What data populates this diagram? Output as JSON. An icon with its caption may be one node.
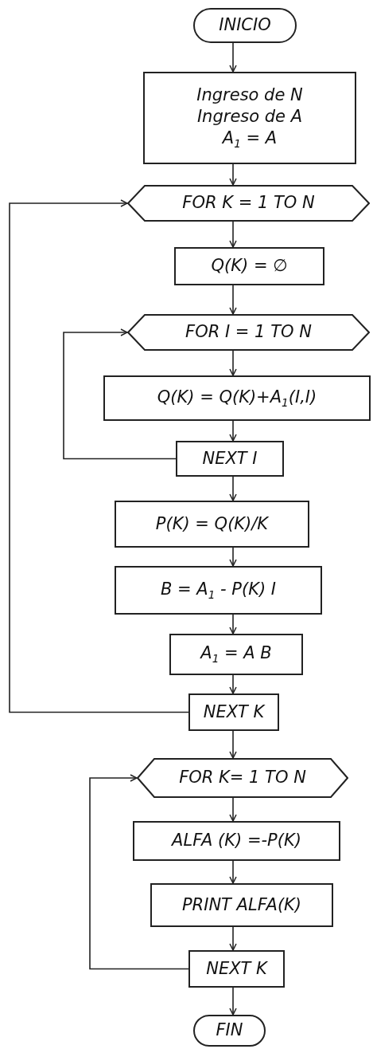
{
  "diagram": {
    "nodes": [
      {
        "text": [
          "INICIO"
        ]
      },
      {
        "text": [
          "Ingreso de N",
          "Ingreso de A",
          "A$_{1}$ = A"
        ]
      },
      {
        "text": [
          "FOR K = 1 TO N"
        ]
      },
      {
        "text": [
          "Q(K) = ∅"
        ]
      },
      {
        "text": [
          "FOR I = 1 TO N"
        ]
      },
      {
        "text": [
          "Q(K) = Q(K)+A$_{1}$(I,I)"
        ]
      },
      {
        "text": [
          "NEXT I"
        ]
      },
      {
        "text": [
          "P(K) = Q(K)/K"
        ]
      },
      {
        "text": [
          "B = A$_{1}$ - P(K) I"
        ]
      },
      {
        "text": [
          "A$_{1}$ = A B"
        ]
      },
      {
        "text": [
          "NEXT K"
        ]
      },
      {
        "text": [
          "FOR K= 1 TO N"
        ]
      },
      {
        "text": [
          "ALFA (K) =-P(K)"
        ]
      },
      {
        "text": [
          "PRINT ALFA(K)"
        ]
      },
      {
        "text": [
          "NEXT K"
        ]
      },
      {
        "text": [
          "FIN"
        ]
      }
    ],
    "edges": [
      {
        "from": 0,
        "to": 1,
        "arrow": "to"
      },
      {
        "from": 1,
        "to": 2,
        "arrow": "to"
      },
      {
        "from": 2,
        "to": 3,
        "arrow": "to"
      },
      {
        "from": 3,
        "to": 4,
        "arrow": "to"
      },
      {
        "from": 4,
        "to": 5,
        "arrow": "to"
      },
      {
        "from": 5,
        "to": 6,
        "arrow": "to"
      },
      {
        "from": 6,
        "to": 4,
        "arrow": "to"
      },
      {
        "from": 6,
        "to": 7,
        "arrow": "to"
      },
      {
        "from": 7,
        "to": 8,
        "arrow": "to"
      },
      {
        "from": 8,
        "to": 9,
        "arrow": "to"
      },
      {
        "from": 9,
        "to": 10,
        "arrow": "to"
      },
      {
        "from": 10,
        "to": 2,
        "arrow": "to"
      },
      {
        "from": 10,
        "to": 11,
        "arrow": "to"
      },
      {
        "from": 11,
        "to": 12,
        "arrow": "to"
      },
      {
        "from": 12,
        "to": 13,
        "arrow": "to"
      },
      {
        "from": 13,
        "to": 14,
        "arrow": "to"
      },
      {
        "from": 14,
        "to": 11,
        "arrow": "to"
      },
      {
        "from": 14,
        "to": 15,
        "arrow": "to"
      }
    ]
  }
}
